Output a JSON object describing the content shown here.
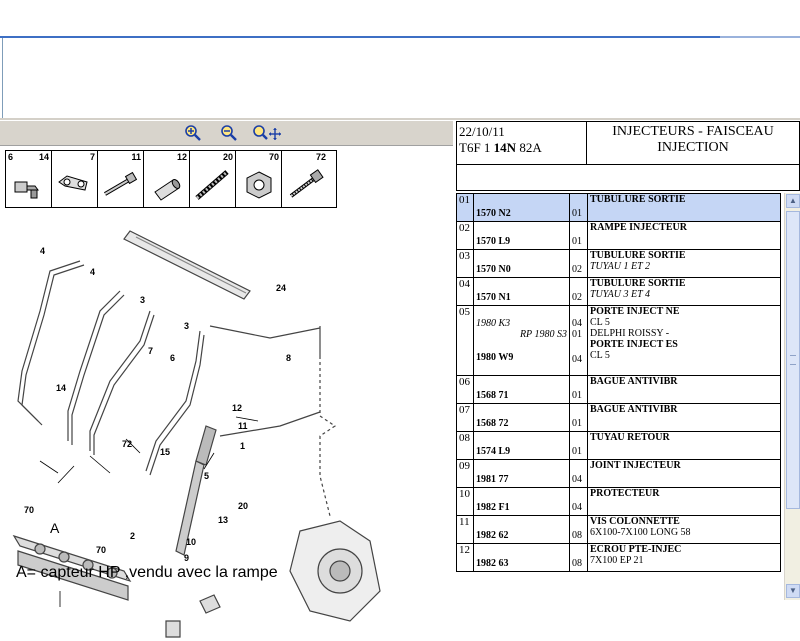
{
  "toolbar": {
    "zoom_in_icon": "zoom-in-icon",
    "zoom_out_icon": "zoom-out-icon",
    "pan_icon": "zoom-pan-icon"
  },
  "parts_strip": [
    {
      "left": "6",
      "right": "14"
    },
    {
      "left": "",
      "right": "7"
    },
    {
      "left": "",
      "right": "11"
    },
    {
      "left": "",
      "right": "12"
    },
    {
      "left": "",
      "right": "20"
    },
    {
      "left": "",
      "right": "70"
    },
    {
      "left": "",
      "right": "72"
    }
  ],
  "diagram_labels": [
    "4",
    "4",
    "3",
    "3",
    "24",
    "7",
    "6",
    "8",
    "14",
    "12",
    "11",
    "72",
    "15",
    "1",
    "5",
    "70",
    "A",
    "13",
    "20",
    "10",
    "9",
    "70",
    "2"
  ],
  "caption": "A= capteur HP ,vendu avec la rampe",
  "header": {
    "date": "22/10/11",
    "code_prefix": "T6F 1 ",
    "code_bold": "14N",
    "code_suffix": " 82A",
    "title_line1": "INJECTEURS - FAISCEAU",
    "title_line2": "INJECTION"
  },
  "rows": [
    {
      "idx": "01",
      "ref": "1570 N2",
      "qty": "01",
      "desc": "TUBULURE SORTIE",
      "sub": "",
      "selected": true
    },
    {
      "idx": "02",
      "ref": "1570 L9",
      "qty": "01",
      "desc": "RAMPE INJECTEUR",
      "sub": ""
    },
    {
      "idx": "03",
      "ref": "1570 N0",
      "qty": "02",
      "desc": "TUBULURE SORTIE",
      "sub": "TUYAU 1 ET 2"
    },
    {
      "idx": "04",
      "ref": "1570 N1",
      "qty": "02",
      "desc": "TUBULURE SORTIE",
      "sub": "TUYAU 3 ET 4"
    },
    {
      "idx": "05",
      "ref": "1980 W9",
      "qty": "04",
      "desc": "PORTE INJECT NE",
      "extra": {
        "ref_a": "1980 K3",
        "qty_a": "04",
        "line_a": "CL 5",
        "ref_b": "RP 1980 S3",
        "qty_b": "01",
        "line_b": "DELPHI ROISSY -",
        "desc2": "PORTE INJECT ES",
        "line_c": "CL 5"
      }
    },
    {
      "idx": "06",
      "ref": "1568 71",
      "qty": "01",
      "desc": "BAGUE ANTIVIBR",
      "sub": ""
    },
    {
      "idx": "07",
      "ref": "1568 72",
      "qty": "01",
      "desc": "BAGUE ANTIVIBR",
      "sub": ""
    },
    {
      "idx": "08",
      "ref": "1574 L9",
      "qty": "01",
      "desc": "TUYAU RETOUR",
      "sub": ""
    },
    {
      "idx": "09",
      "ref": "1981 77",
      "qty": "04",
      "desc": "JOINT INJECTEUR",
      "sub": ""
    },
    {
      "idx": "10",
      "ref": "1982 F1",
      "qty": "04",
      "desc": "PROTECTEUR",
      "sub": ""
    },
    {
      "idx": "11",
      "ref": "1982 62",
      "qty": "08",
      "desc": "VIS COLONNETTE",
      "plain": "6X100-7X100 LONG 58"
    },
    {
      "idx": "12",
      "ref": "1982 63",
      "qty": "08",
      "desc": "ECROU PTE-INJEC",
      "plain": "7X100 EP 21"
    }
  ]
}
